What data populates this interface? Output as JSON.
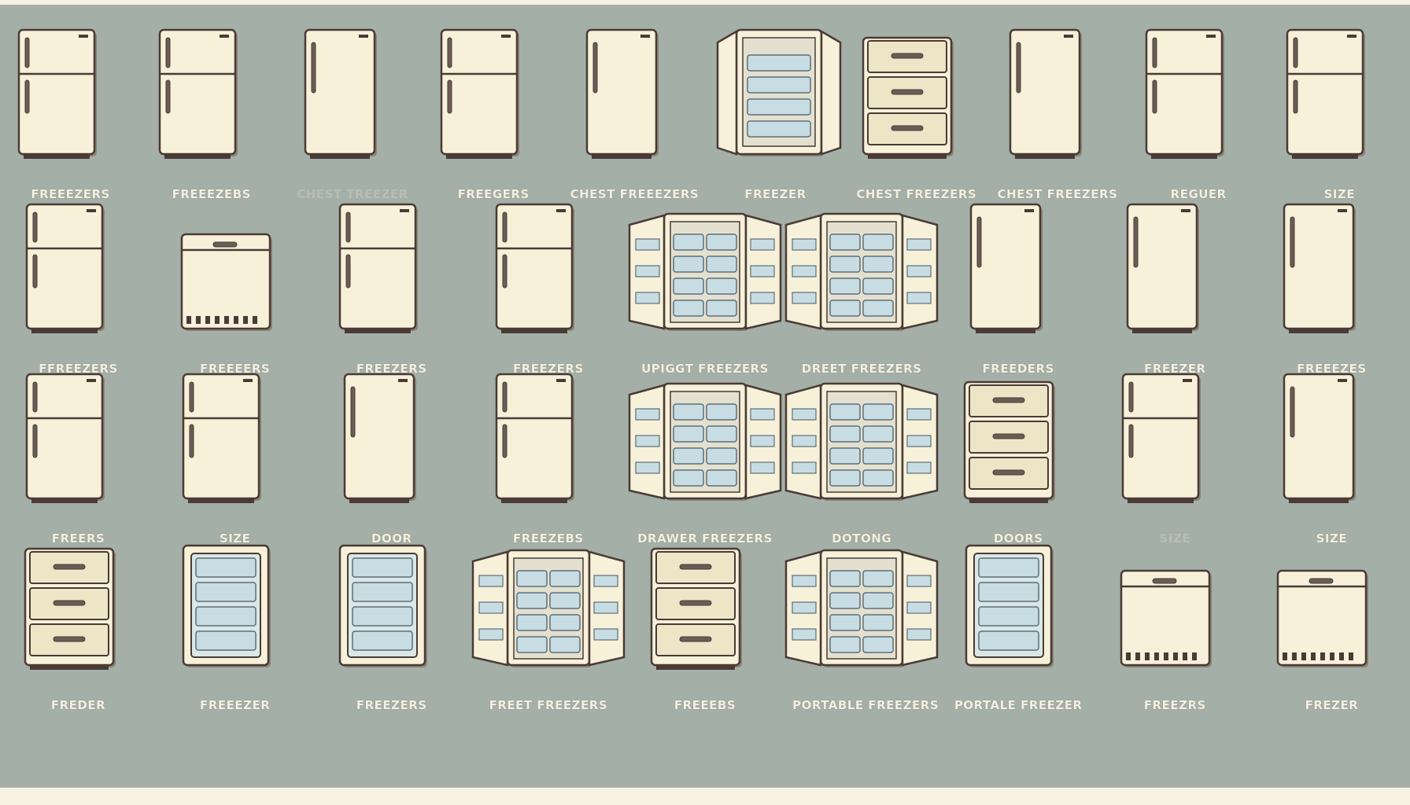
{
  "colors": {
    "background": "#a4afa7",
    "appliance_body": "#f7f1d9",
    "outline": "#4a3b36",
    "interior_blue": "#c7dde3",
    "label": "#f4efdf"
  },
  "rows": [
    [
      {
        "label": "FREEEZERS",
        "kind": "two-door"
      },
      {
        "label": "FREEEZEBS",
        "kind": "two-door"
      },
      {
        "label": "CHEST TREEZER",
        "kind": "single-door",
        "faded": true
      },
      {
        "label": "FREEGERS",
        "kind": "two-door"
      },
      {
        "label": "CHEST FREEEZERS",
        "kind": "single-door"
      },
      {
        "label": "FREEZER",
        "kind": "open-double"
      },
      {
        "label": "CHEST FREEZERS",
        "kind": "drawers"
      },
      {
        "label": "CHEST FREEZERS",
        "kind": "single-door"
      },
      {
        "label": "REGUER",
        "kind": "two-door"
      },
      {
        "label": "SIZE",
        "kind": "two-door"
      }
    ],
    [
      {
        "label": "FFREEZERS",
        "kind": "two-door"
      },
      {
        "label": "FREEEERS",
        "kind": "chest"
      },
      {
        "label": "FREEZERS",
        "kind": "two-door"
      },
      {
        "label": "FREEZERS",
        "kind": "two-door"
      },
      {
        "label": "UPIGGT FREEZERS",
        "kind": "open-wide"
      },
      {
        "label": "DREET FREEZERS",
        "kind": "open-wide"
      },
      {
        "label": "FREEDERS",
        "kind": "single-door"
      },
      {
        "label": "FREEZER",
        "kind": "single-door"
      },
      {
        "label": "FREEEZES",
        "kind": "single-door"
      }
    ],
    [
      {
        "label": "FREERS",
        "kind": "two-door"
      },
      {
        "label": "SIZE",
        "kind": "two-door"
      },
      {
        "label": "DOOR",
        "kind": "single-door"
      },
      {
        "label": "FREEZEBS",
        "kind": "two-door"
      },
      {
        "label": "DRAWER FREEZERS",
        "kind": "open-wide"
      },
      {
        "label": "DOTONG",
        "kind": "open-wide"
      },
      {
        "label": "DOORS",
        "kind": "drawers"
      },
      {
        "label": "SIZE",
        "kind": "two-door",
        "faded": true
      },
      {
        "label": "SIZE",
        "kind": "single-door"
      }
    ],
    [
      {
        "label": "FREDER",
        "kind": "drawers"
      },
      {
        "label": "FREEEZER",
        "kind": "glass"
      },
      {
        "label": "FREEZERS",
        "kind": "glass"
      },
      {
        "label": "FREET FREEZERS",
        "kind": "open-wide"
      },
      {
        "label": "FREEEBS",
        "kind": "drawers"
      },
      {
        "label": "PORTABLE FREEZERS",
        "kind": "open-wide"
      },
      {
        "label": "PORTALE FREEZER",
        "kind": "glass"
      },
      {
        "label": "FREEZRS",
        "kind": "chest"
      },
      {
        "label": "FREZER",
        "kind": "chest"
      }
    ]
  ]
}
